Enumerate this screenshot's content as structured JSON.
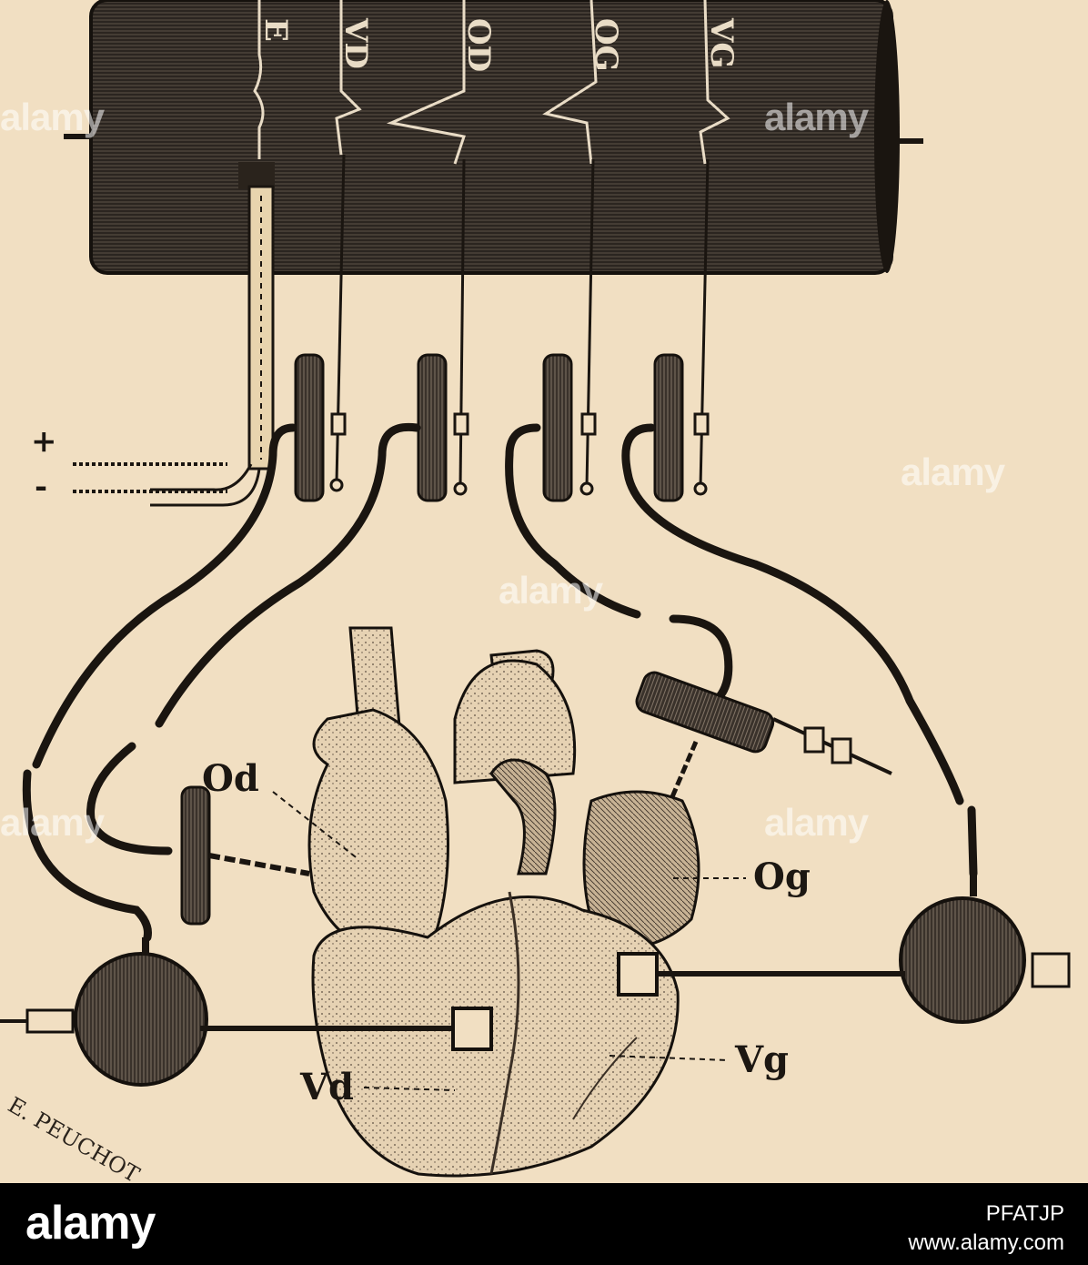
{
  "labels": {
    "od": "Od",
    "og": "Og",
    "vd": "Vd",
    "vg": "Vg",
    "plus": "+",
    "minus": "-",
    "drum_traces": [
      "E",
      "VD",
      "OD",
      "OG",
      "VG"
    ]
  },
  "signature": "E. PEUCHOT",
  "watermark": "alamy",
  "footer": {
    "logo": "alamy",
    "image_id": "PFATJP",
    "url": "www.alamy.com"
  },
  "colors": {
    "paper": "#f1dfc2",
    "ink": "#1c1712",
    "footer_bg": "#000000"
  }
}
